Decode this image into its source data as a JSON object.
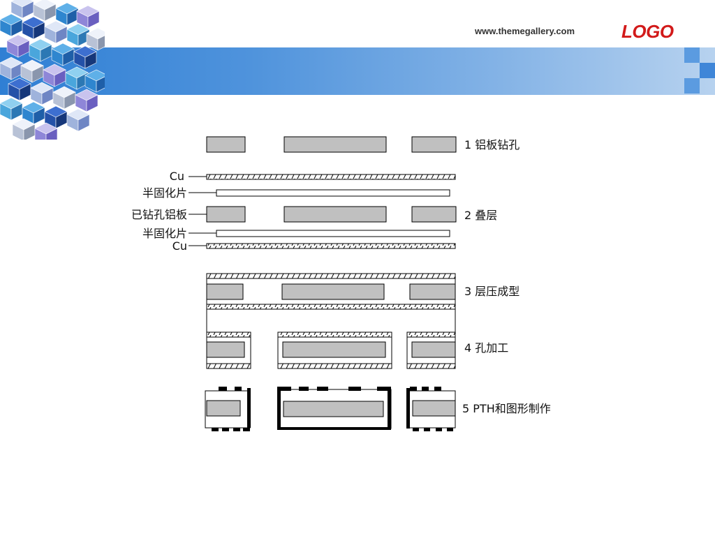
{
  "header": {
    "site_url": "www.themegallery.com",
    "logo": "LOGO"
  },
  "colors": {
    "banner_start": "#2f7fd4",
    "banner_end": "#b7d2ef",
    "logo_red": "#d21a1a",
    "plate_fill": "#c0c0c0"
  },
  "layer_labels": {
    "cu_top": "Cu",
    "prepreg_top": "半固化片",
    "drilled_al": "已钻孔铝板",
    "prepreg_bottom": "半固化片",
    "cu_bottom": "Cu"
  },
  "steps": [
    {
      "label": "1 铝板钻孔"
    },
    {
      "label": "2 叠层"
    },
    {
      "label": "3 层压成型"
    },
    {
      "label": "4 孔加工"
    },
    {
      "label": "5 PTH和图形制作"
    }
  ]
}
